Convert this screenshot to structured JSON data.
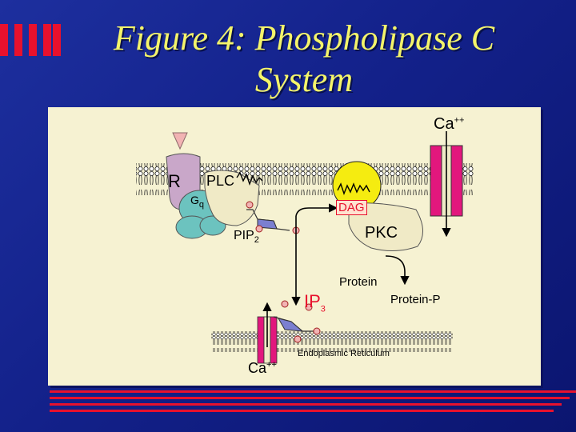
{
  "title": {
    "line1": "Figure 4:  Phospholipase C",
    "line2": "System"
  },
  "diagram": {
    "ca_top": {
      "base": "Ca",
      "sup": "++"
    },
    "receptor": "R",
    "plc": "PLC",
    "gq": {
      "base": "G",
      "sub": "q"
    },
    "dag": "DAG",
    "pip2": {
      "base": "PIP",
      "sub": "2"
    },
    "pkc": "PKC",
    "protein": "Protein",
    "protein_p": "Protein-P",
    "ip3": {
      "base": "IP",
      "sub": "3"
    },
    "er": "Endoplasmic Reticulum",
    "ca_bottom": {
      "base": "Ca",
      "sup": "++"
    }
  },
  "colors": {
    "background": "#13218a",
    "title": "#f4f46a",
    "accent_red": "#e8112d",
    "panel": "#f6f2d2",
    "receptor": "#c9a7c9",
    "gprotein": "#6cc3bf",
    "plc": "#f0eac6",
    "pkc": "#f0eac6",
    "dag_ball": "#f5ec10",
    "channel": "#e2177d",
    "ip3_molecule": "#7b7fd0",
    "ligand": "#f2b3b3"
  },
  "icons": [
    "ligand-icon",
    "receptor-icon",
    "gq-protein-icon",
    "plc-enzyme-icon",
    "dag-ball-icon",
    "pkc-enzyme-icon",
    "calcium-channel-icon",
    "er-channel-icon",
    "ip3-molecule-icon"
  ]
}
